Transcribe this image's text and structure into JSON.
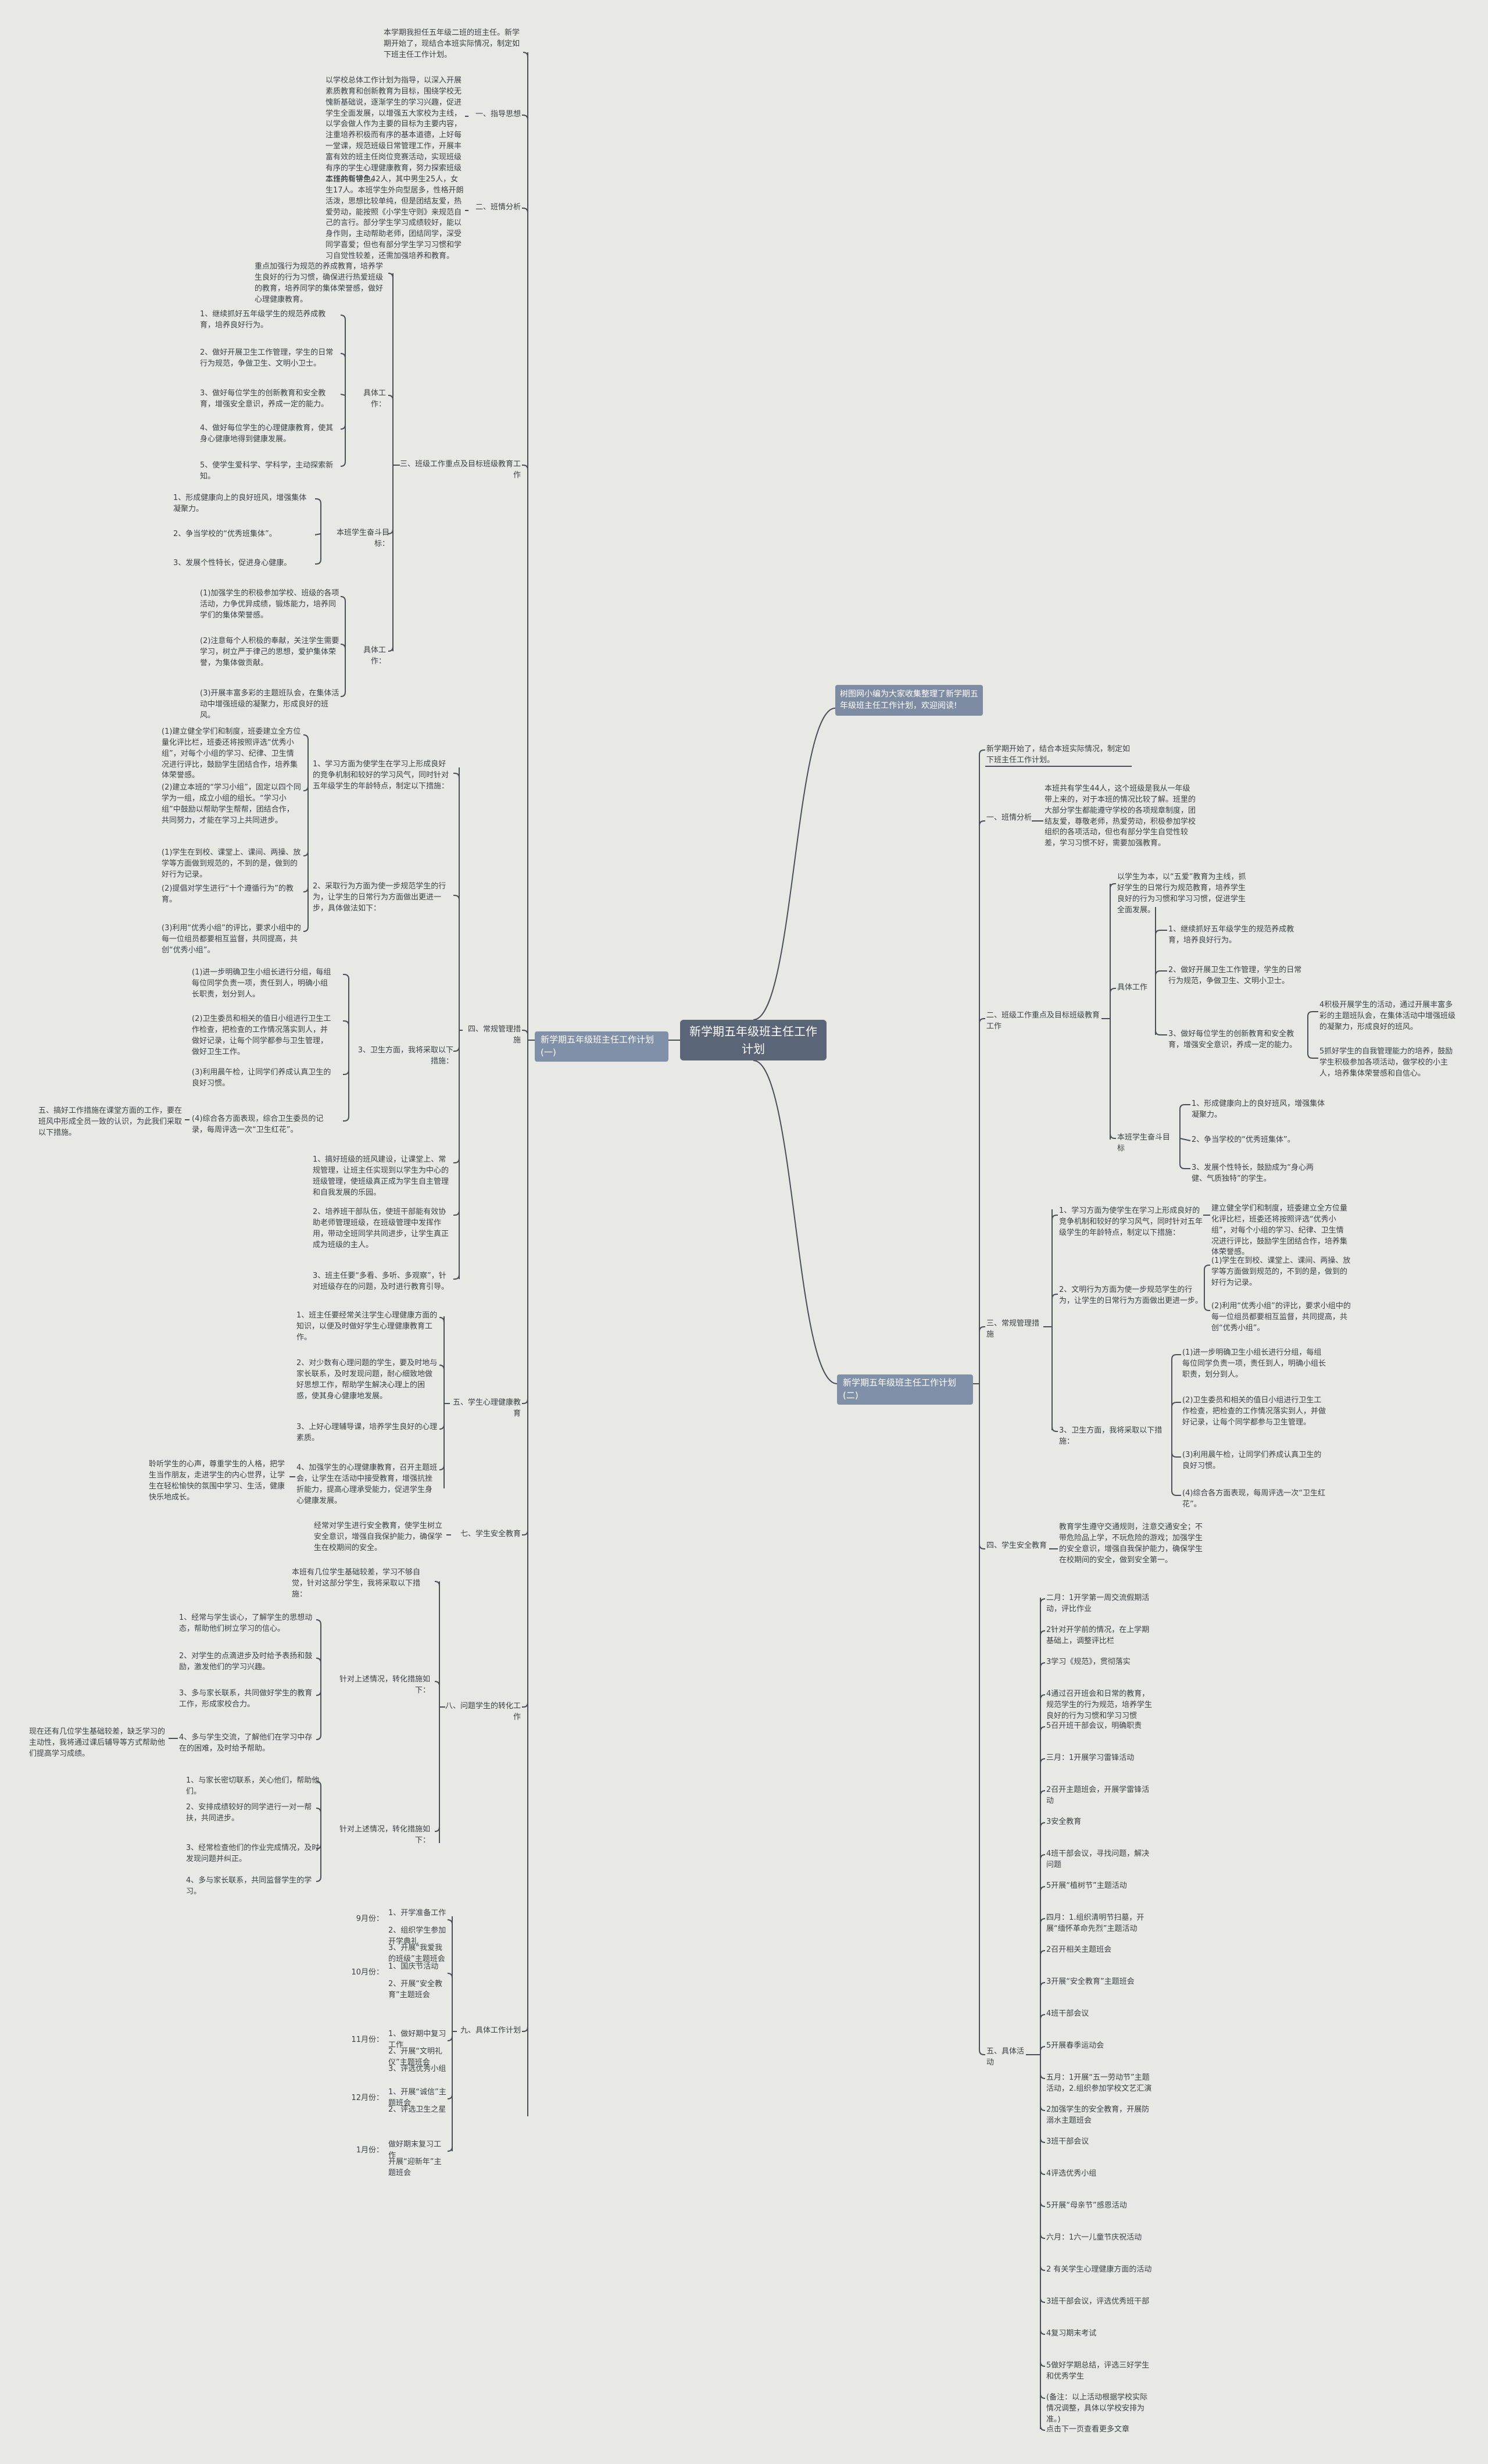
{
  "root": {
    "label": "新学期五年级班主任工作计划"
  },
  "note": "树图网小编为大家收集整理了新学期五年级班主任工作计划，欢迎阅读!",
  "left_branch": {
    "label": "新学期五年级班主任工作计划(一)",
    "intro": "本学期我担任五年级二班的班主任。新学期开始了，现结合本班实际情况，制定如下班主任工作计划。",
    "s1": {
      "label": "一、指导思想",
      "text": "以学校总体工作计划为指导，以深入开展素质教育和创新教育为目标，围绕学校无愧新基础说，逐渐学生的学习兴趣，促进学生全面发展，以增强五大家校为主线，以学会做人作为主要的目标为主要内容，注重培养积极而有序的基本道德，上好每一堂课，规范班级日常管理工作，开展丰富有效的班主任岗位竞赛活动，实现班级有序的学生心理健康教育，努力探索班级工作的新特色。"
    },
    "s2": {
      "label": "二、班情分析",
      "text": "本班共有学生42人，其中男生25人，女生17人。本班学生外向型居多，性格开朗活泼，思想比较单纯，但是团结友爱，热爱劳动，能按照《小学生守则》来规范自己的言行。部分学生学习成绩较好，能以身作则，主动帮助老师，团结同学，深受同学喜爱；但也有部分学生学习习惯和学习自觉性较差，还需加强培养和教育。"
    },
    "s3": {
      "label": "三、班级工作重点及目标班级教育工作",
      "intro": "重点加强行为规范的养成教育，培养学生良好的行为习惯，确保进行热爱班级的教育，培养同学的集体荣誉感，做好心理健康教育。",
      "g1": {
        "label": "具体工作：",
        "items": [
          "1、继续抓好五年级学生的规范养成教育，培养良好行为。",
          "2、做好开展卫生工作管理，学生的日常行为规范，争做卫生、文明小卫士。",
          "3、做好每位学生的创新教育和安全教育，增强安全意识，养成一定的能力。",
          "4、做好每位学生的心理健康教育，使其身心健康地得到健康发展。",
          "5、使学生爱科学、学科学，主动探索新知。"
        ]
      },
      "g2": {
        "label": "本班学生奋斗目标：",
        "items": [
          "1、形成健康向上的良好班风，增强集体凝聚力。",
          "2、争当学校的“优秀班集体”。",
          "3、发展个性特长，促进身心健康。"
        ]
      },
      "g3": {
        "label": "具体工作：",
        "items": [
          "(1)加强学生的积极参加学校、班级的各项活动，力争优异成绩，锻炼能力，培养同学们的集体荣誉感。",
          "(2)注意每个人积极的奉献，关注学生需要学习，树立严于律己的思想，爱护集体荣誉，为集体做贡献。",
          "(3)开展丰富多彩的主题班队会，在集体活动中增强班级的凝聚力，形成良好的班风。"
        ]
      }
    },
    "s4": {
      "label": "四、常规管理措施",
      "a": {
        "label": "1、学习方面为使学生在学习上形成良好的竞争机制和较好的学习风气，同时针对五年级学生的年龄特点，制定以下措施：",
        "items": [
          "(1)建立健全学们和制度，班委建立全方位量化评比栏，班委还将按照评选“优秀小组”，对每个小组的学习、纪律、卫生情况进行评比，鼓励学生团结合作，培养集体荣誉感。",
          "(2)建立本班的“学习小组”，固定以四个同学为一组，成立小组的组长。“学习小组”中鼓励以帮助学生帮帮，团结合作，共同努力，才能在学习上共同进步。",
          "(1)学生在到校、课堂上、课间、两操、放学等方面做到规范的，不到的是，做到的好行为记录。",
          "(2)提倡对学生进行“十个遵循行为”的教育。",
          "(3)利用“优秀小组”的评比，要求小组中的每一位组员都要相互监督，共同提高，共创“优秀小组”。"
        ]
      },
      "b": {
        "label": "2、采取行为方面为使一步规范学生的行为，让学生的日常行为方面做出更进一步，具体做法如下：",
        "items": []
      },
      "c": {
        "label": "3、卫生方面，我将采取以下措施：",
        "items": [
          "(1)进一步明确卫生小组长进行分组，每组每位同学负责一项，责任到人，明确小组长职责，划分到人。",
          "(2)卫生委员和相关的值日小组进行卫生工作检查，把检查的工作情况落实到人，并做好记录，让每个同学都参与卫生管理，做好卫生工作。",
          "(3)利用晨午检，让同学们养成认真卫生的良好习惯。",
          "(4)综合各方面表现，综合卫生委员的记录，每周评选一次“卫生红花”。"
        ],
        "extra": "五、搞好工作措施在课堂方面的工作，要在班风中形成全员一致的认识，为此我们采取以下措施。"
      },
      "d_items": [
        "1、搞好班级的班风建设，让课堂上、常规管理，让班主任实现到以学生为中心的班级管理，使班级真正成为学生自主管理和自我发展的乐园。",
        "2、培养班干部队伍，使班干部能有效协助老师管理班级，在班级管理中发挥作用，带动全班同学共同进步，让学生真正成为班级的主人。",
        "3、班主任要“多看、多听、多观察”，针对班级存在的问题，及时进行教育引导。"
      ]
    },
    "s5": {
      "label": "五、学生心理健康教育",
      "items": [
        "1、班主任要经常关注学生心理健康方面的知识，以便及时做好学生心理健康教育工作。",
        "2、对少数有心理问题的学生，要及时地与家长联系，及时发现问题，耐心细致地做好思想工作，帮助学生解决心理上的困惑，使其身心健康地发展。",
        "3、上好心理辅导课，培养学生良好的心理素质。",
        "4、加强学生的心理健康教育，召开主题班会，让学生在活动中接受教育，增强抗挫折能力，提高心理承受能力，促进学生身心健康发展。"
      ],
      "extra": "聆听学生的心声，尊重学生的人格，把学生当作朋友，走进学生的内心世界，让学生在轻松愉快的氛围中学习、生活，健康快乐地成长。"
    },
    "s6": {
      "label": "七、学生安全教育",
      "text": "经常对学生进行安全教育，使学生树立安全意识，增强自我保护能力，确保学生在校期间的安全。"
    },
    "s7": {
      "label": "八、问题学生的转化工作",
      "intro": "本班有几位学生基础较差，学习不够自觉，针对这部分学生，我将采取以下措施：",
      "g1": {
        "label": "针对上述情况，转化措施如下：",
        "items": [
          "1、经常与学生谈心，了解学生的思想动态，帮助他们树立学习的信心。",
          "2、对学生的点滴进步及时给予表扬和鼓励，激发他们的学习兴趣。",
          "3、多与家长联系，共同做好学生的教育工作，形成家校合力。",
          "4、多与学生交流，了解他们在学习中存在的困难，及时给予帮助。"
        ],
        "extra": "现在还有几位学生基础较差，缺乏学习的主动性，我将通过课后辅导等方式帮助他们提高学习成绩。"
      },
      "g2": {
        "label": "针对上述情况，转化措施如下：",
        "items": [
          "1、与家长密切联系，关心他们，帮助他们。",
          "2、安排成绩较好的同学进行一对一帮扶，共同进步。",
          "3、经常检查他们的作业完成情况，及时发现问题并纠正。",
          "4、多与家长联系，共同监督学生的学习。"
        ]
      }
    },
    "s8": {
      "label": "九、具体工作计划",
      "months": [
        {
          "label": "9月份：",
          "items": [
            "1、开学准备工作",
            "2、组织学生参加开学典礼",
            "3、开展“我爱我的班级”主题班会"
          ]
        },
        {
          "label": "10月份：",
          "items": [
            "1、国庆节活动",
            "2、开展“安全教育”主题班会"
          ]
        },
        {
          "label": "11月份：",
          "items": [
            "1、做好期中复习工作",
            "2、开展“文明礼仪”主题班会",
            "3、评选优秀小组"
          ]
        },
        {
          "label": "12月份：",
          "items": [
            "1、开展“诚信”主题班会",
            "2、评选卫生之星"
          ]
        },
        {
          "label": "1月份：",
          "items": [
            "做好期末复习工作",
            "开展“迎新年”主题班会"
          ]
        }
      ]
    }
  },
  "right_branch": {
    "label": "新学期五年级班主任工作计划(二)",
    "intro": "新学期开始了，结合本班实际情况，制定如下班主任工作计划。",
    "s1": {
      "label": "一、班情分析",
      "text": "本班共有学生44人，这个班级是我从一年级带上来的，对于本班的情况比较了解。班里的大部分学生都能遵守学校的各项规章制度，团结友爱，尊敬老师，热爱劳动，积极参加学校组织的各项活动，但也有部分学生自觉性较差，学习习惯不好，需要加强教育。"
    },
    "s2": {
      "label": "二、班级工作重点及目标班级教育工作",
      "intro": "以学生为本，以“五爱”教育为主线，抓好学生的日常行为规范教育，培养学生良好的行为习惯和学习习惯，促进学生全面发展。",
      "g1": {
        "label": "具体工作",
        "items": [
          "1、继续抓好五年级学生的规范养成教育，培养良好行为。",
          "2、做好开展卫生工作管理，学生的日常行为规范，争做卫生、文明小卫士。",
          "3、做好每位学生的创新教育和安全教育，增强安全意识，养成一定的能力。"
        ],
        "sub": [
          "4积极开展学生的活动，通过开展丰富多彩的主题班队会，在集体活动中增强班级的凝聚力，形成良好的班风。",
          "5抓好学生的自我管理能力的培养，鼓励学生积极参加各项活动，做学校的小主人，培养集体荣誉感和自信心。"
        ]
      },
      "g2": {
        "label": "本班学生奋斗目标",
        "items": [
          "1、形成健康向上的良好班风，增强集体凝聚力。",
          "2、争当学校的“优秀班集体”。",
          "3、发展个性特长，鼓励成为“身心两健、气质独特”的学生。"
        ]
      }
    },
    "s3": {
      "label": "三、常规管理措施",
      "a": {
        "label": "1、学习方面为使学生在学习上形成良好的竞争机制和较好的学习风气，同时针对五年级学生的年龄特点，制定以下措施：",
        "items": [
          "建立健全学们和制度，班委建立全方位量化评比栏，班委还将按照评选“优秀小组”，对每个小组的学习、纪律、卫生情况进行评比，鼓励学生团结合作，培养集体荣誉感。"
        ]
      },
      "b": {
        "label": "2、文明行为方面为使一步规范学生的行为，让学生的日常行为方面做出更进一步。",
        "items": [
          "(1)学生在到校、课堂上、课间、两操、放学等方面做到规范的，不到的是，做到的好行为记录。",
          "(2)利用“优秀小组”的评比，要求小组中的每一位组员都要相互监督，共同提高，共创“优秀小组”。"
        ]
      },
      "c": {
        "label": "3、卫生方面，我将采取以下措施：",
        "items": [
          "(1)进一步明确卫生小组长进行分组，每组每位同学负责一项，责任到人，明确小组长职责，划分到人。",
          "(2)卫生委员和相关的值日小组进行卫生工作检查，把检查的工作情况落实到人，并做好记录，让每个同学都参与卫生管理。",
          "(3)利用晨午检，让同学们养成认真卫生的良好习惯。",
          "(4)综合各方面表现，每周评选一次“卫生红花”。"
        ]
      }
    },
    "s4": {
      "label": "四、学生安全教育",
      "text": "教育学生遵守交通规则，注意交通安全；不带危险品上学，不玩危险的游戏；加强学生的安全意识，增强自我保护能力，确保学生在校期间的安全，做到安全第一。"
    },
    "s5": {
      "label": "五、具体活动",
      "items": [
        "二月：1开学第一周交流假期活动，评比作业",
        "2针对开学前的情况，在上学期基础上，调整评比栏",
        "3学习《规范》，贯彻落实",
        "4通过召开班会和日常的教育，规范学生的行为规范，培养学生良好的行为习惯和学习习惯",
        "5召开班干部会议，明确职责",
        "三月：1开展学习雷锋活动",
        "2召开主题班会，开展学雷锋活动",
        "3安全教育",
        "4班干部会议，寻找问题，解决问题",
        "5开展“植树节”主题活动",
        "四月：1.组织清明节扫墓，开展“缅怀革命先烈”主题活动",
        "2召开相关主题班会",
        "3开展“安全教育”主题班会",
        "4班干部会议",
        "5开展春季运动会",
        "五月：1开展“五一劳动节”主题活动，2.组织参加学校文艺汇演",
        "2加强学生的安全教育，开展防溺水主题班会",
        "3班干部会议",
        "4评选优秀小组",
        "5开展“母亲节”感恩活动",
        "六月：1六一儿童节庆祝活动",
        "2 有关学生心理健康方面的活动",
        "3班干部会议，评选优秀班干部",
        "4复习期末考试",
        "5做好学期总结，评选三好学生和优秀学生",
        "(备注：以上活动根据学校实际情况调整，具体以学校安排为准。)"
      ],
      "footer": "点击下一页查看更多文章"
    }
  }
}
